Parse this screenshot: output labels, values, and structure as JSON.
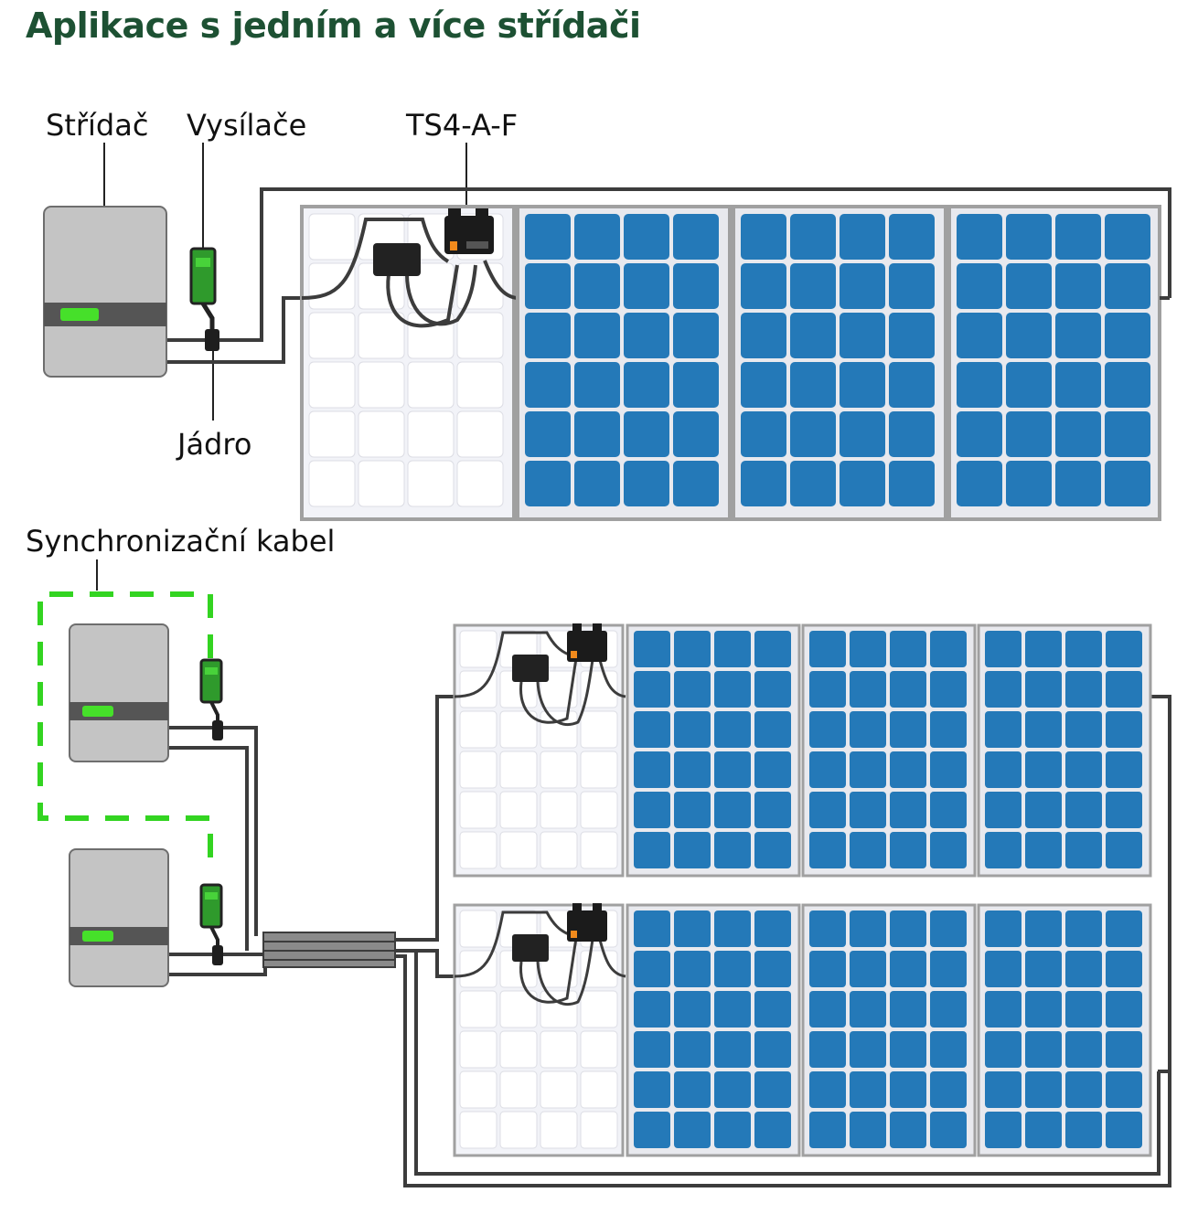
{
  "title": "Aplikace s jedním a více střídači",
  "labels": {
    "inverter": "Střídač",
    "transmitters": "Vysílače",
    "ts4": "TS4-A-F",
    "core": "Jádro",
    "sync_cable": "Synchronizační kabel"
  },
  "colors": {
    "title": "#1d5133",
    "cell_blue": "#2479b8",
    "inverter_body": "#c4c4c4",
    "inverter_band": "#555555",
    "indicator_green": "#46e02a",
    "sync_dashes": "#33d421",
    "cable": "#3c3c3c",
    "panel_frame": "#9a9a9a"
  }
}
